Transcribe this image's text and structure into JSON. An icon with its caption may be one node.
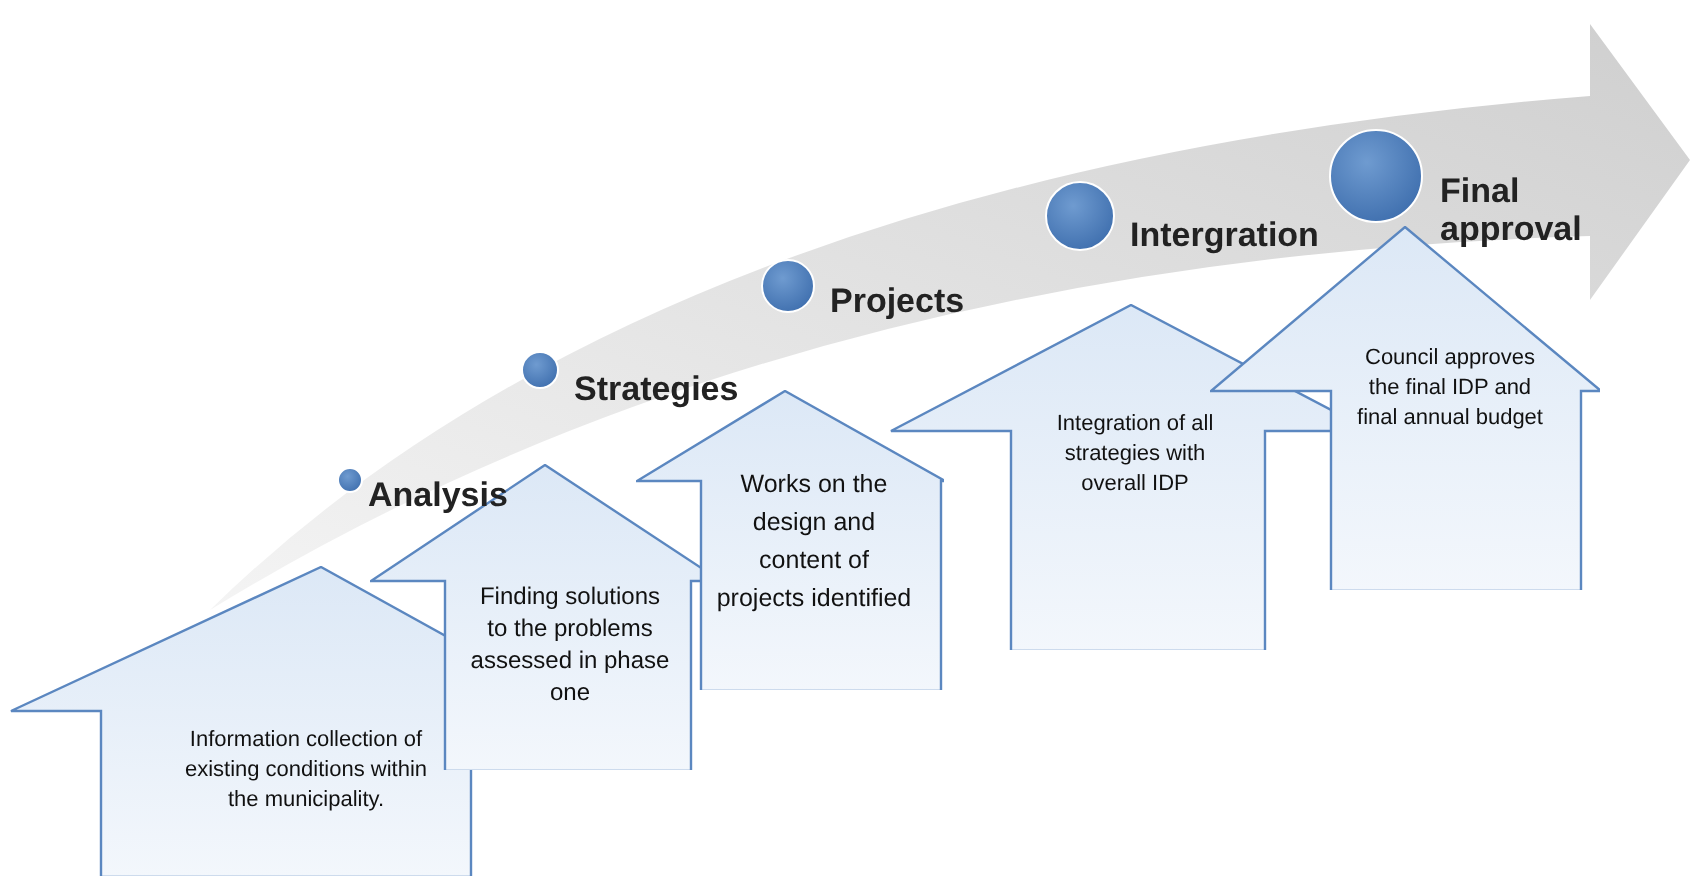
{
  "diagram": {
    "nodes": [
      {
        "text": [
          "Analysis"
        ]
      },
      {
        "text": [
          "Strategies"
        ]
      },
      {
        "text": [
          "Projects"
        ]
      },
      {
        "text": [
          "Intergration"
        ]
      },
      {
        "text": [
          "Final approval"
        ]
      },
      {
        "text": [
          "Information collection of existing conditions within the municipality."
        ]
      },
      {
        "text": [
          "Finding solutions to the problems assessed in phase one"
        ]
      },
      {
        "text": [
          "Works on the design and content of projects identified"
        ]
      },
      {
        "text": [
          "Integration of all strategies with overall IDP"
        ]
      },
      {
        "text": [
          "Council approves the final IDP and final annual budget"
        ]
      }
    ]
  }
}
